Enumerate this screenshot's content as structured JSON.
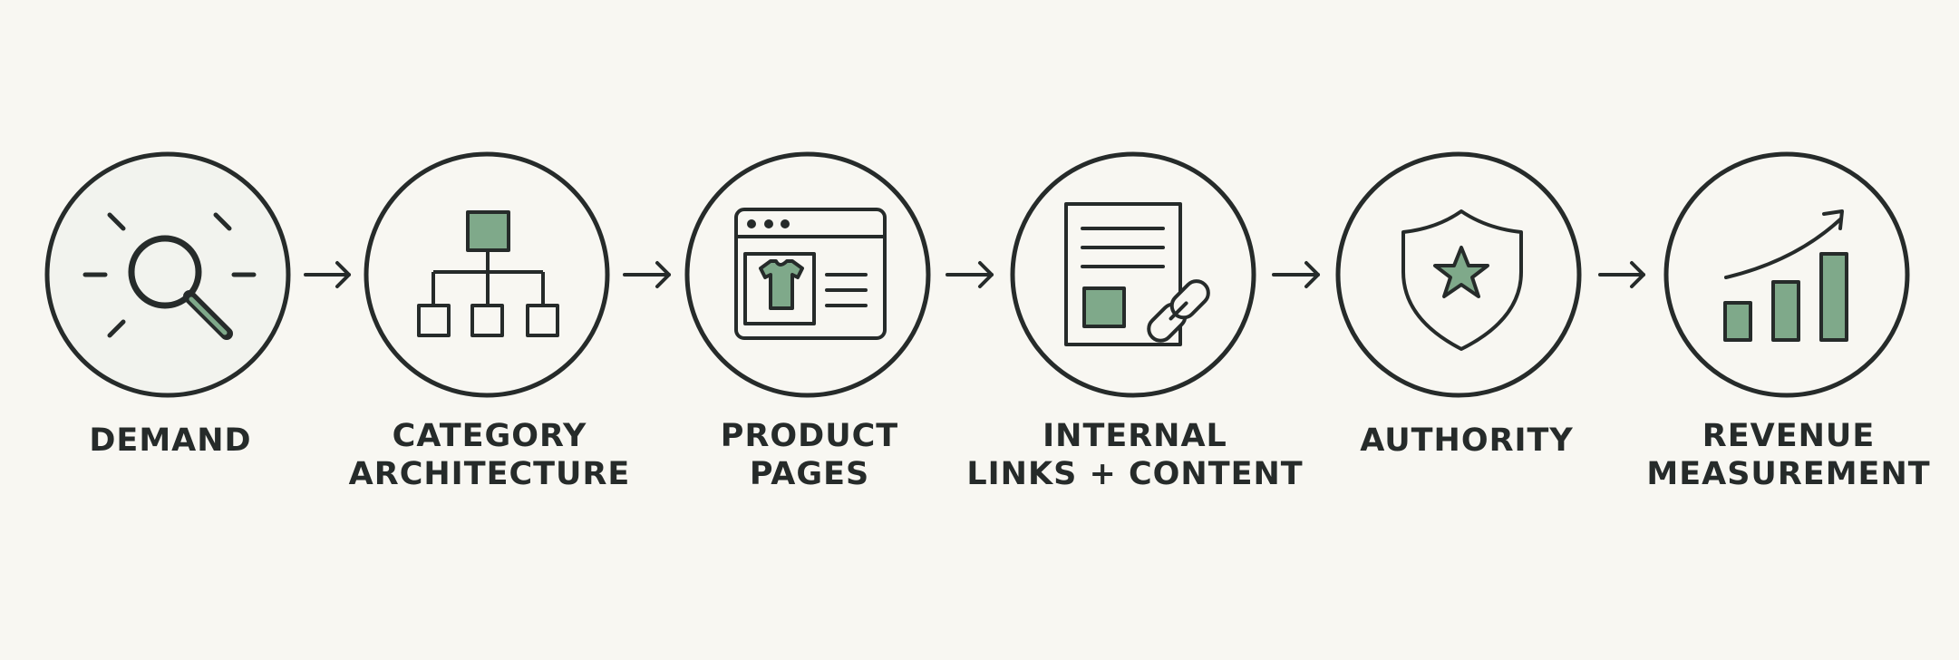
{
  "colors": {
    "background": "#f8f7f2",
    "stroke": "#262b2a",
    "accent_fill": "#7fa98a",
    "circle_fill": "#f2f3ee"
  },
  "steps": [
    {
      "id": "demand",
      "icon": "magnifying-glass-icon",
      "label_lines": [
        "DEMAND"
      ]
    },
    {
      "id": "category-architecture",
      "icon": "hierarchy-tree-icon",
      "label_lines": [
        "CATEGORY",
        "ARCHITECTURE"
      ]
    },
    {
      "id": "product-pages",
      "icon": "browser-product-page-icon",
      "label_lines": [
        "PRODUCT",
        "PAGES"
      ]
    },
    {
      "id": "internal-links-content",
      "icon": "document-link-icon",
      "label_lines": [
        "INTERNAL",
        "LINKS + CONTENT"
      ]
    },
    {
      "id": "authority",
      "icon": "shield-star-icon",
      "label_lines": [
        "AUTHORITY"
      ]
    },
    {
      "id": "revenue-measurement",
      "icon": "bar-chart-growth-icon",
      "label_lines": [
        "REVENUE",
        "MEASUREMENT"
      ]
    }
  ],
  "connector_icon": "arrow-right-icon"
}
